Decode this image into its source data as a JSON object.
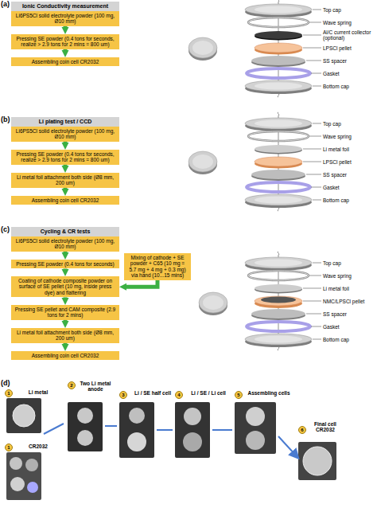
{
  "diagram": {
    "nodes": [
      {
        "text": [
          "Ionic Conductivity measurement"
        ]
      },
      {
        "text": [
          "Li6PS5Cl solid electrolyte powder (100 mg, Ø10 mm)"
        ]
      },
      {
        "text": [
          "Pressing SE powder (0.4 tons for seconds, realize > 2.9 tons for 2 mins = 800 um)"
        ]
      },
      {
        "text": [
          "Assembling coin cell CR2032"
        ]
      },
      {
        "text": [
          "Li plating test / CCD"
        ]
      },
      {
        "text": [
          "Li6PS5Cl solid electrolyte powder (100 mg, Ø10 mm)"
        ]
      },
      {
        "text": [
          "Pressing SE powder (0.4 tons for seconds, realize > 2.9 tons for 2 mins = 800 um)"
        ]
      },
      {
        "text": [
          "Li metal foil attachment both side (Ø8 mm, 200 um)"
        ]
      },
      {
        "text": [
          "Assembling coin cell CR2032"
        ]
      },
      {
        "text": [
          "Cycling & CR tests"
        ]
      },
      {
        "text": [
          "Li6PS5Cl solid electrolyte powder (100 mg, Ø10 mm)"
        ]
      },
      {
        "text": [
          "Pressing SE powder (0.4 tons for seconds)"
        ]
      },
      {
        "text": [
          "Coating of cathode composite powder on surface of SE pellet (10 mg, inside press dye) and flattering"
        ]
      },
      {
        "text": [
          "Pressing SE pellet and CAM composite (2.9 tons for 2 mins)"
        ]
      },
      {
        "text": [
          "Li metal foil attachment both side (Ø8 mm, 200 um)"
        ]
      },
      {
        "text": [
          "Assembling coin cell CR2032"
        ]
      },
      {
        "text": [
          "Mixing of cathode + SE powder + C65 (10 mg = 5.7 mg + 4 mg + 0.3 mg) via hand (10...15 mins)"
        ]
      }
    ],
    "edges": [
      {
        "from": 1,
        "to": 2,
        "arrow": "to"
      },
      {
        "from": 2,
        "to": 3,
        "arrow": "to"
      },
      {
        "from": 5,
        "to": 6,
        "arrow": "to"
      },
      {
        "from": 6,
        "to": 7,
        "arrow": "to"
      },
      {
        "from": 7,
        "to": 8,
        "arrow": "to"
      },
      {
        "from": 10,
        "to": 11,
        "arrow": "to"
      },
      {
        "from": 11,
        "to": 12,
        "arrow": "to"
      },
      {
        "from": 12,
        "to": 13,
        "arrow": "to"
      },
      {
        "from": 13,
        "to": 14,
        "arrow": "to"
      },
      {
        "from": 14,
        "to": 15,
        "arrow": "to"
      },
      {
        "from": 16,
        "to": 12,
        "arrow": "to"
      }
    ],
    "labels": [
      "(a)",
      "Top cap",
      "Wave spring",
      "Al/C current collector (optional)",
      "LPSCl pellet",
      "SS spacer",
      "Gasket",
      "Bottom cap",
      "(b)",
      "Top cap",
      "Wave spring",
      "Li metal foil",
      "LPSCl pellet",
      "SS spacer",
      "Gasket",
      "Bottom cap",
      "(c)",
      "Top cap",
      "Wave spring",
      "Li metal foil",
      "NMC/LPSCl pellet",
      "SS spacer",
      "Gasket",
      "Bottom cap",
      "(d)",
      "1",
      "Li metal",
      "1",
      "CR2032",
      "2",
      "Two Li metal anode",
      "3",
      "Li / SE half cell",
      "4",
      "Li / SE / Li cell",
      "5",
      "Assembling cells",
      "6",
      "Final cell CR2032"
    ]
  }
}
